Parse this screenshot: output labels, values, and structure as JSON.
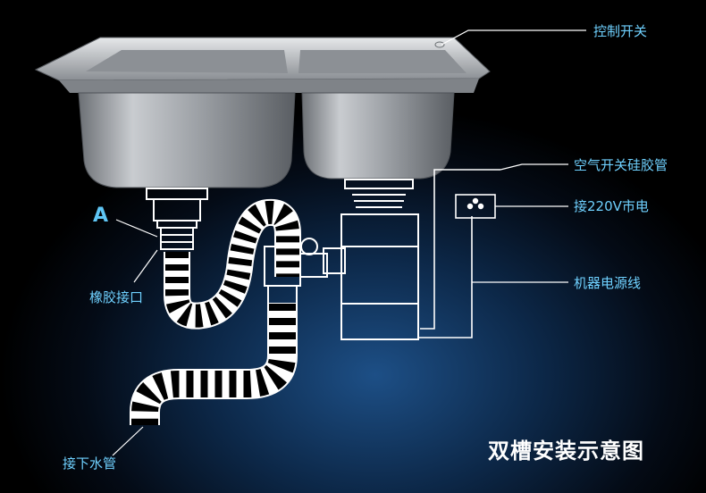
{
  "diagram": {
    "title": "双槽安装示意图",
    "labels": {
      "control_switch": "控制开关",
      "air_switch_tube": "空气开关硅胶管",
      "mains_power": "接220V市电",
      "machine_power_cord": "机器电源线",
      "rubber_connector": "橡胶接口",
      "drain_pipe": "接下水管",
      "marker_a": "A"
    }
  }
}
